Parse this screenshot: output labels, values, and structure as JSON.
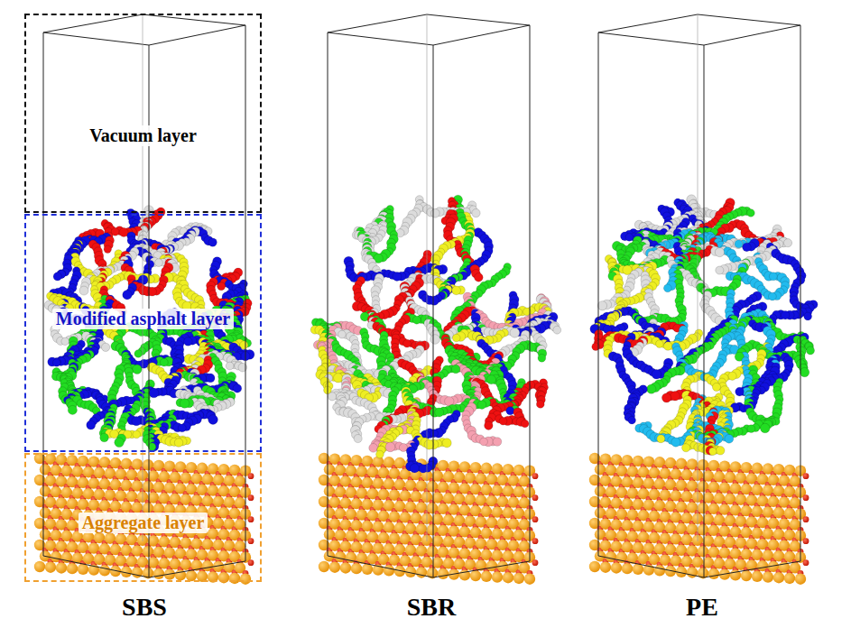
{
  "diagram": {
    "nodes": [
      {
        "text": [
          "Vacuum layer"
        ]
      },
      {
        "text": [
          "Modified asphalt layer"
        ]
      },
      {
        "text": [
          "Aggregate layer"
        ]
      }
    ],
    "labels": [
      "SBS",
      "SBR",
      "PE"
    ]
  }
}
